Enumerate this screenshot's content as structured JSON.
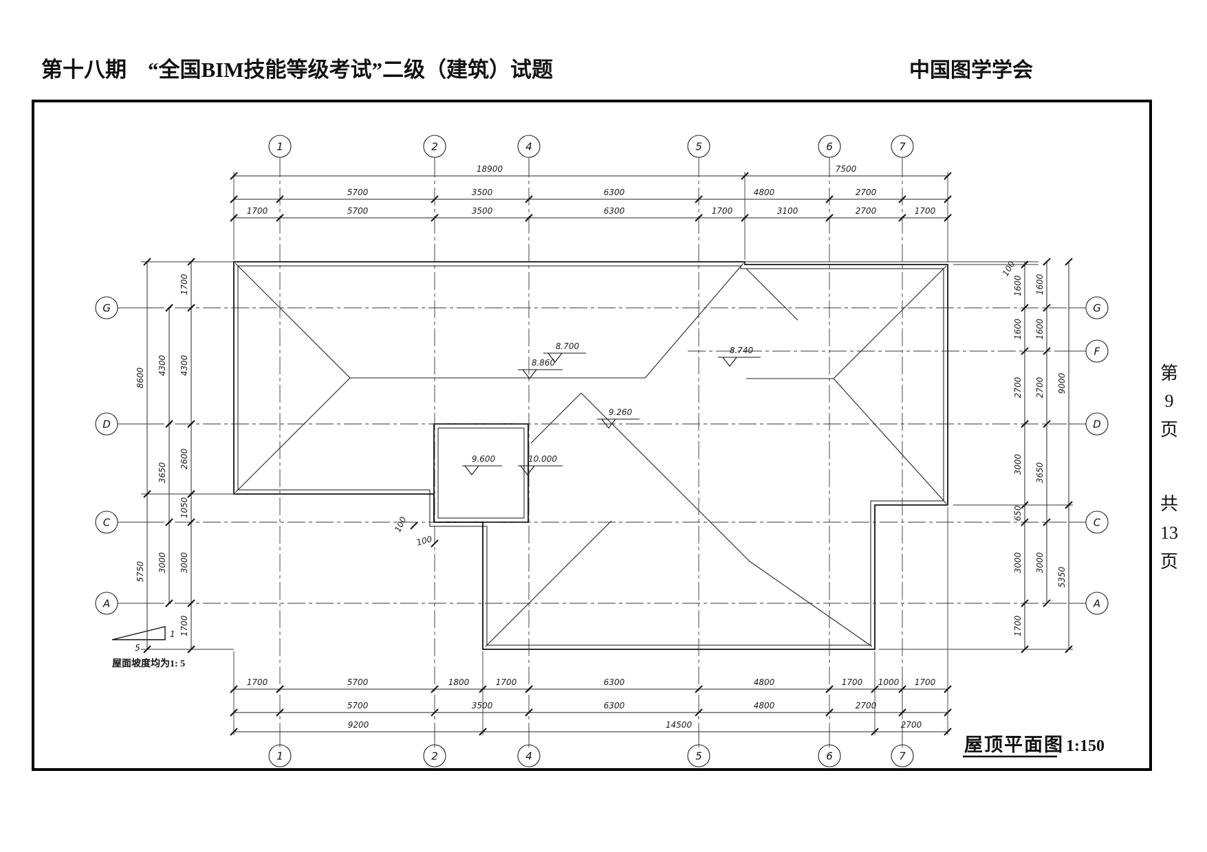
{
  "header": {
    "title_left": "第十八期　“全国BIM技能等级考试”二级（建筑）试题",
    "org_right": "中国图学学会"
  },
  "page_info": {
    "line1": [
      "第",
      "9",
      "页"
    ],
    "line2": [
      "共",
      "13",
      "页"
    ]
  },
  "caption": {
    "title": "屋顶平面图",
    "scale": "1:150"
  },
  "slope": {
    "rise": "1",
    "run": "5",
    "note": "屋面坡度均为1: 5"
  },
  "grid": {
    "cols": [
      "1",
      "2",
      "4",
      "5",
      "6",
      "7"
    ],
    "rows_left": [
      "G",
      "D",
      "C",
      "A"
    ],
    "rows_right": [
      "G",
      "F",
      "D",
      "C",
      "A"
    ]
  },
  "dims": {
    "top_row1": [
      "18900",
      "7500"
    ],
    "top_row2": [
      "5700",
      "3500",
      "6300",
      "4800",
      "2700"
    ],
    "top_row3": [
      "1700",
      "5700",
      "3500",
      "6300",
      "1700",
      "3100",
      "2700",
      "1700"
    ],
    "bottom_row1": [
      "1700",
      "5700",
      "1800",
      "1700",
      "6300",
      "4800",
      "1700",
      "1000",
      "1700"
    ],
    "bottom_row2": [
      "5700",
      "3500",
      "6300",
      "4800",
      "2700"
    ],
    "bottom_row3": [
      "9200",
      "14500",
      "2700"
    ],
    "left_inner": [
      "1700",
      "4300",
      "2600",
      "1050",
      "3000",
      "1700"
    ],
    "left_middle": [
      "4300",
      "3650",
      "3000"
    ],
    "left_outer": [
      "8600",
      "5750"
    ],
    "right_inner": [
      "1600",
      "1600",
      "2700",
      "3000",
      "650",
      "3000",
      "1700"
    ],
    "right_inner_small": "100",
    "right_middle": [
      "1600",
      "1600",
      "2700",
      "3650",
      "3000"
    ],
    "right_outer": [
      "9000",
      "5350"
    ],
    "tower_offsets": [
      "100",
      "100"
    ]
  },
  "elevations": [
    "8.860",
    "8.700",
    "8.740",
    "9.260",
    "9.600",
    "10.000"
  ]
}
